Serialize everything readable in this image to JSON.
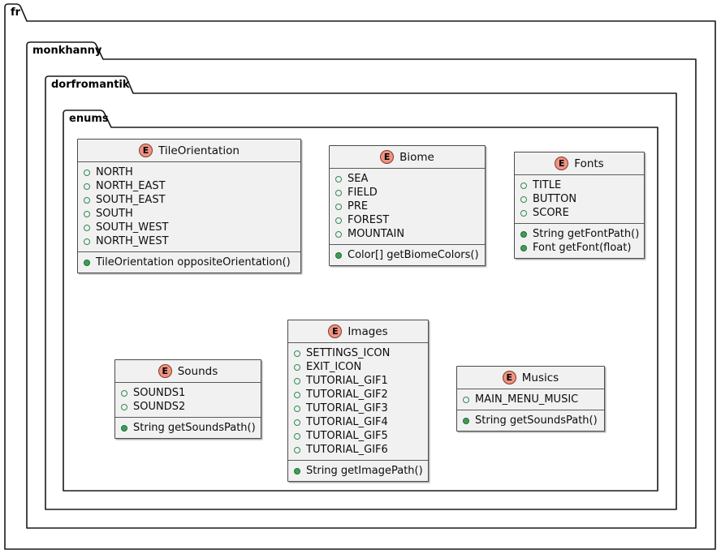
{
  "diagram": {
    "stereotype_letter": "E",
    "packages": [
      {
        "name": "fr"
      },
      {
        "name": "monkhanny"
      },
      {
        "name": "dorfromantik"
      },
      {
        "name": "enums"
      }
    ],
    "enums": [
      {
        "name": "TileOrientation",
        "fields": [
          "NORTH",
          "NORTH_EAST",
          "SOUTH_EAST",
          "SOUTH",
          "SOUTH_WEST",
          "NORTH_WEST"
        ],
        "methods": [
          "TileOrientation oppositeOrientation()"
        ]
      },
      {
        "name": "Biome",
        "fields": [
          "SEA",
          "FIELD",
          "PRE",
          "FOREST",
          "MOUNTAIN"
        ],
        "methods": [
          "Color[] getBiomeColors()"
        ]
      },
      {
        "name": "Fonts",
        "fields": [
          "TITLE",
          "BUTTON",
          "SCORE"
        ],
        "methods": [
          "String getFontPath()",
          "Font getFont(float)"
        ]
      },
      {
        "name": "Sounds",
        "fields": [
          "SOUNDS1",
          "SOUNDS2"
        ],
        "methods": [
          "String getSoundsPath()"
        ]
      },
      {
        "name": "Images",
        "fields": [
          "SETTINGS_ICON",
          "EXIT_ICON",
          "TUTORIAL_GIF1",
          "TUTORIAL_GIF2",
          "TUTORIAL_GIF3",
          "TUTORIAL_GIF4",
          "TUTORIAL_GIF5",
          "TUTORIAL_GIF6"
        ],
        "methods": [
          "String getImagePath()"
        ]
      },
      {
        "name": "Musics",
        "fields": [
          "MAIN_MENU_MUSIC"
        ],
        "methods": [
          "String getSoundsPath()"
        ]
      }
    ],
    "colors": {
      "enum_spot_fill": "#ee9483",
      "enum_spot_border": "#86352a",
      "box_fill": "#f1f1f1",
      "box_border": "#4a4a4a",
      "field_icon_border": "#2f8a52",
      "method_icon_fill": "#3e9e56",
      "package_border": "#1a1a1a"
    }
  }
}
